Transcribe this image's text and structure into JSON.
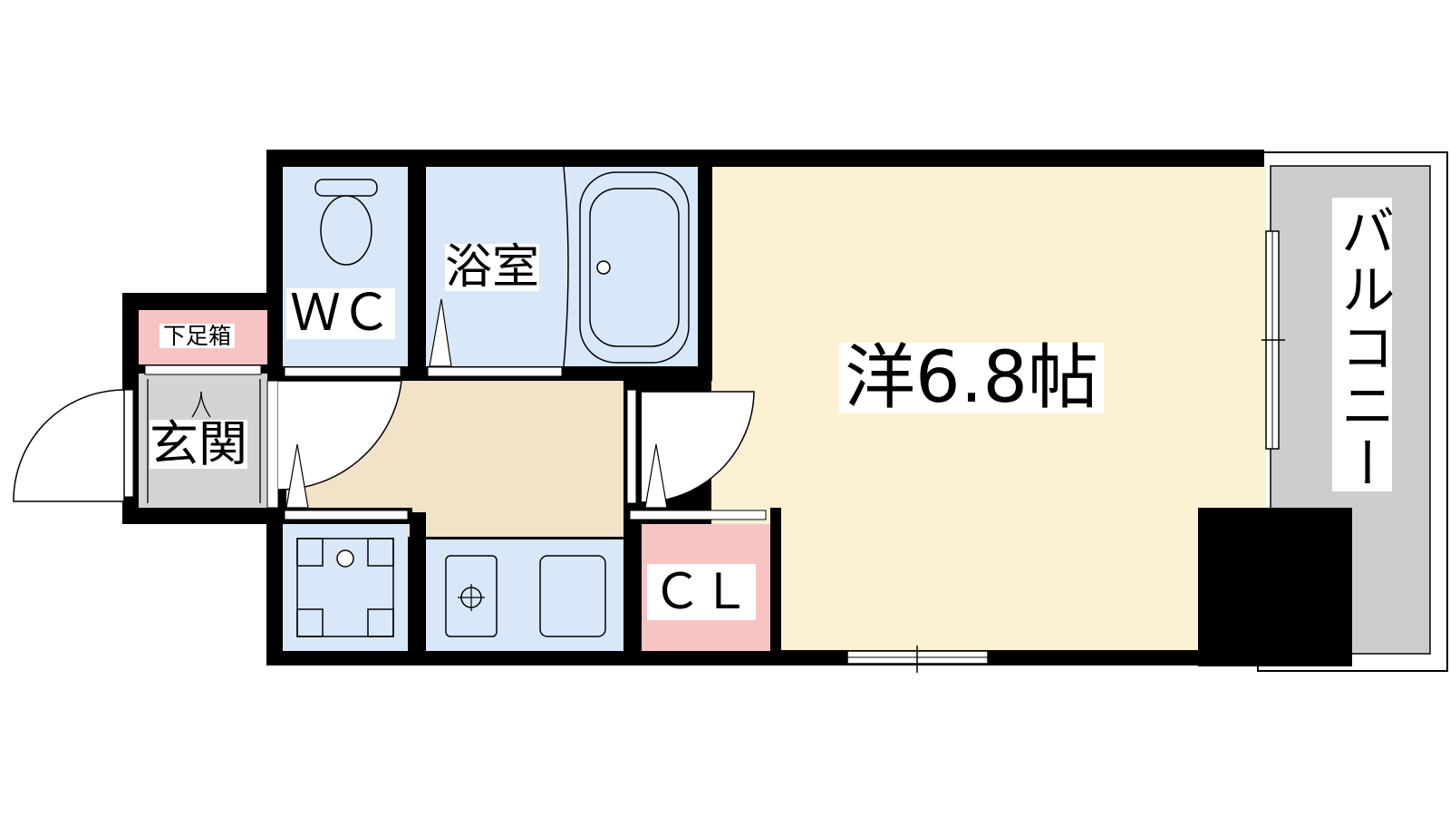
{
  "rooms": {
    "western_room": "洋6.8帖",
    "bathroom": "浴室",
    "toilet": "ＷＣ",
    "entrance": "玄関",
    "shoe_box": "下足箱",
    "closet": "ＣＬ",
    "balcony": "バルコニー"
  },
  "colors": {
    "wet_area": "#d8e8f8",
    "living": "#fdf1d3",
    "hallway": "#f2e2c8",
    "storage": "#f8c3c3",
    "entrance": "#d4d4d4",
    "balcony": "#cdcdcd",
    "wall": "#000000"
  }
}
